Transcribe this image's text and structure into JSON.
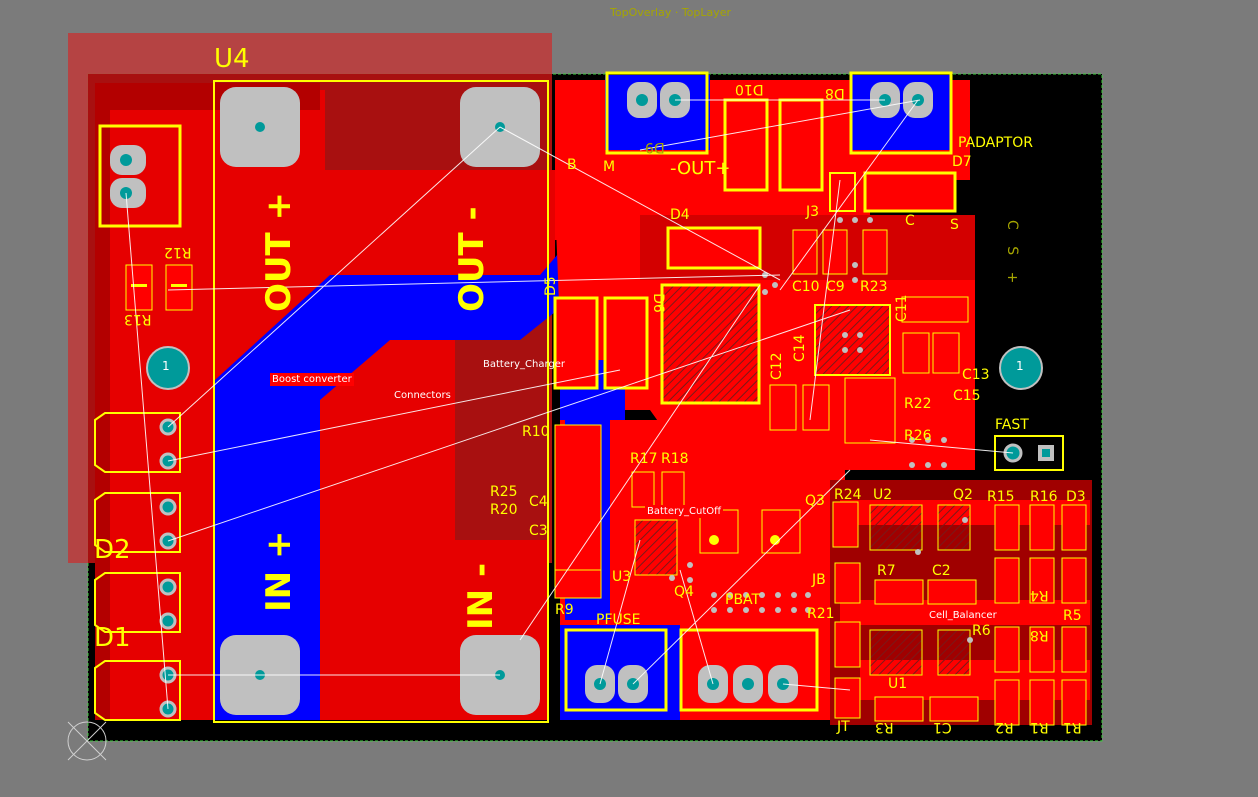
{
  "top_label": "TopOverlay · TopLayer",
  "components": {
    "u4": "U4",
    "d2": "D2",
    "d1": "D1",
    "r12": "R12",
    "r13": "R13",
    "out_plus": "OUT +",
    "out_minus": "OUT -",
    "in_plus": "IN +",
    "in_minus": "IN -",
    "d10": "D10",
    "d8": "D8",
    "padaptor": "PADAPTOR",
    "d7": "D7",
    "d4": "D4",
    "j3": "J3",
    "d5": "D5",
    "d6": "D6",
    "d9": "D9",
    "c10": "C10",
    "c9": "C9",
    "r23": "R23",
    "c11": "C11",
    "c12": "C12",
    "c14": "C14",
    "c13": "C13",
    "c15": "C15",
    "r22": "R22",
    "r26": "R26",
    "fast": "FAST",
    "r10": "R10",
    "r17": "R17",
    "r18": "R18",
    "r25": "R25",
    "r20": "R20",
    "c4": "C4",
    "c3": "C3",
    "u3": "U3",
    "r9": "R9",
    "pfuse": "PFUSE",
    "q3": "Q3",
    "r24": "R24",
    "u2": "U2",
    "q2": "Q2",
    "r15": "R15",
    "r16": "R16",
    "d3": "D3",
    "q4": "Q4",
    "pbat": "PBAT",
    "r21": "R21",
    "jb": "JB",
    "r7": "R7",
    "c2": "C2",
    "r6": "R6",
    "r5": "R5",
    "u1": "U1",
    "jt": "JT",
    "r3": "R3",
    "c1": "C1",
    "r2": "R2",
    "r1": "R1",
    "r4": "R4",
    "r8": "R8",
    "out_mid": "-OUT+",
    "b": "B",
    "m": "M",
    "c": "C",
    "s": "S",
    "csc": "C S +",
    "minus_sign": "-",
    "plus_sign": "+",
    "mount_hole": "1"
  },
  "rooms": {
    "boost": "Boost converter",
    "connectors": "Connectors",
    "charger": "Battery_Charger",
    "cutoff": "Battery_CutOff",
    "balancer": "Cell_Balancer"
  },
  "colors": {
    "background": "#7b7b7b",
    "board": "#000000",
    "top_copper": "#ff0000",
    "bottom_copper": "#0000ff",
    "overlay": "#ffff00",
    "pad": "#c0c0c0",
    "via": "#009a9a"
  }
}
